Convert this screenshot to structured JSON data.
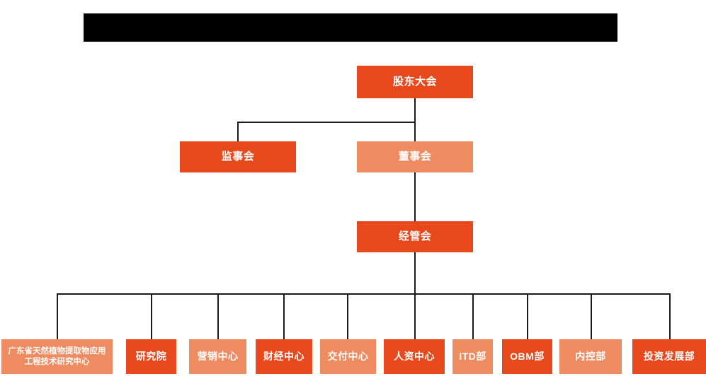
{
  "diagram": {
    "type": "org-chart",
    "background_color": "#ffffff",
    "colors": {
      "dark_orange": "#E8491C",
      "light_orange": "#EE8B61",
      "connector": "#1a1a1a",
      "redacted_bar": "#000000",
      "node_text": "#ffffff"
    },
    "title_bar": {
      "label": "",
      "state": "redacted"
    },
    "levels": {
      "level1": [
        {
          "id": "shareholders",
          "label": "股东大会",
          "style": "dark"
        }
      ],
      "level2": [
        {
          "id": "supervisors",
          "label": "监事会",
          "style": "dark"
        },
        {
          "id": "directors",
          "label": "董事会",
          "style": "light"
        }
      ],
      "level3": [
        {
          "id": "management",
          "label": "经管会",
          "style": "dark"
        }
      ],
      "level4": [
        {
          "id": "research-center",
          "label": "广东省天然植物提取物应用工程技术研究中心",
          "style": "light"
        },
        {
          "id": "institute",
          "label": "研究院",
          "style": "dark"
        },
        {
          "id": "marketing-center",
          "label": "营销中心",
          "style": "light"
        },
        {
          "id": "finance-center",
          "label": "财经中心",
          "style": "dark"
        },
        {
          "id": "delivery-center",
          "label": "交付中心",
          "style": "light"
        },
        {
          "id": "hr-center",
          "label": "人资中心",
          "style": "dark"
        },
        {
          "id": "itd-department",
          "label": "ITD部",
          "style": "light"
        },
        {
          "id": "obm-department",
          "label": "OBM部",
          "style": "dark"
        },
        {
          "id": "internal-control-department",
          "label": "内控部",
          "style": "light"
        },
        {
          "id": "investment-development-department",
          "label": "投资发展部",
          "style": "dark"
        }
      ]
    }
  }
}
